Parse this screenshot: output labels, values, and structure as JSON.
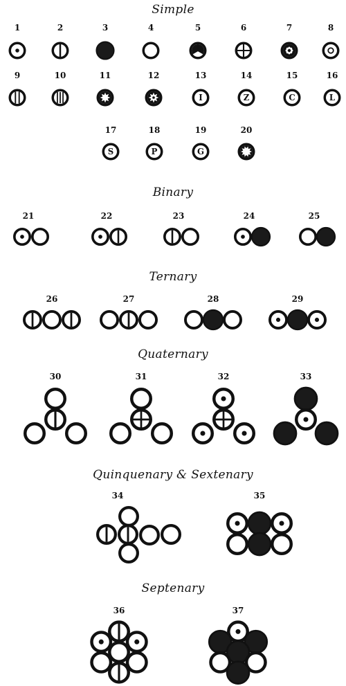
{
  "sections": [
    {
      "id": "simple",
      "title": "Simple",
      "symbols": [
        {
          "number": "1",
          "atoms": [
            {
              "mark": "dot"
            }
          ]
        },
        {
          "number": "2",
          "atoms": [
            {
              "mark": "vline"
            }
          ]
        },
        {
          "number": "3",
          "atoms": [
            {
              "mark": "solid"
            }
          ]
        },
        {
          "number": "4",
          "atoms": [
            {
              "mark": "none"
            }
          ]
        },
        {
          "number": "5",
          "atoms": [
            {
              "mark": "tri"
            }
          ]
        },
        {
          "number": "6",
          "atoms": [
            {
              "mark": "cross"
            }
          ]
        },
        {
          "number": "7",
          "atoms": [
            {
              "mark": "star"
            }
          ]
        },
        {
          "number": "8",
          "atoms": [
            {
              "mark": "ring"
            }
          ]
        },
        {
          "number": "9",
          "atoms": [
            {
              "mark": "lines2"
            }
          ]
        },
        {
          "number": "10",
          "atoms": [
            {
              "mark": "lines3"
            }
          ]
        },
        {
          "number": "11",
          "atoms": [
            {
              "mark": "cog"
            }
          ]
        },
        {
          "number": "12",
          "atoms": [
            {
              "mark": "cog2"
            }
          ]
        },
        {
          "number": "13",
          "atoms": [
            {
              "mark": "letter",
              "letter": "I"
            }
          ]
        },
        {
          "number": "14",
          "atoms": [
            {
              "mark": "letter",
              "letter": "Z"
            }
          ]
        },
        {
          "number": "15",
          "atoms": [
            {
              "mark": "letter",
              "letter": "C"
            }
          ]
        },
        {
          "number": "16",
          "atoms": [
            {
              "mark": "letter",
              "letter": "L"
            }
          ]
        },
        {
          "number": "17",
          "atoms": [
            {
              "mark": "letter",
              "letter": "S"
            }
          ]
        },
        {
          "number": "18",
          "atoms": [
            {
              "mark": "letter",
              "letter": "P"
            }
          ]
        },
        {
          "number": "19",
          "atoms": [
            {
              "mark": "letter",
              "letter": "G"
            }
          ]
        },
        {
          "number": "20",
          "atoms": [
            {
              "mark": "burst"
            }
          ]
        }
      ]
    },
    {
      "id": "binary",
      "title": "Binary",
      "symbols": [
        {
          "number": "21",
          "atoms": [
            {
              "mark": "dot"
            },
            {
              "mark": "none"
            }
          ]
        },
        {
          "number": "22",
          "atoms": [
            {
              "mark": "dot"
            },
            {
              "mark": "vline"
            }
          ]
        },
        {
          "number": "23",
          "atoms": [
            {
              "mark": "vline"
            },
            {
              "mark": "none"
            }
          ]
        },
        {
          "number": "24",
          "atoms": [
            {
              "mark": "dot"
            },
            {
              "mark": "solid"
            }
          ]
        },
        {
          "number": "25",
          "atoms": [
            {
              "mark": "none"
            },
            {
              "mark": "solid"
            }
          ]
        }
      ]
    },
    {
      "id": "ternary",
      "title": "Ternary",
      "symbols": [
        {
          "number": "26",
          "atoms": [
            {
              "mark": "vline"
            },
            {
              "mark": "none"
            },
            {
              "mark": "vline"
            }
          ]
        },
        {
          "number": "27",
          "atoms": [
            {
              "mark": "none"
            },
            {
              "mark": "vline"
            },
            {
              "mark": "none"
            }
          ]
        },
        {
          "number": "28",
          "atoms": [
            {
              "mark": "none"
            },
            {
              "mark": "solid"
            },
            {
              "mark": "none"
            }
          ]
        },
        {
          "number": "29",
          "atoms": [
            {
              "mark": "dot"
            },
            {
              "mark": "solid"
            },
            {
              "mark": "dot"
            }
          ]
        }
      ]
    },
    {
      "id": "quaternary",
      "title": "Quaternary",
      "symbols": [
        {
          "number": "30",
          "atoms": [
            {
              "mark": "none"
            },
            {
              "mark": "vline"
            },
            {
              "mark": "none"
            },
            {
              "mark": "none"
            }
          ]
        },
        {
          "number": "31",
          "atoms": [
            {
              "mark": "none"
            },
            {
              "mark": "cross"
            },
            {
              "mark": "none"
            },
            {
              "mark": "none"
            }
          ]
        },
        {
          "number": "32",
          "atoms": [
            {
              "mark": "dot"
            },
            {
              "mark": "cross"
            },
            {
              "mark": "dot"
            },
            {
              "mark": "dot"
            }
          ]
        },
        {
          "number": "33",
          "atoms": [
            {
              "mark": "solid"
            },
            {
              "mark": "dot"
            },
            {
              "mark": "solid"
            },
            {
              "mark": "solid"
            }
          ]
        }
      ]
    },
    {
      "id": "quinq",
      "title": "Quinquenary & Sextenary",
      "symbols": [
        {
          "number": "34",
          "atoms": [
            {
              "mark": "none"
            },
            {
              "mark": "vline"
            },
            {
              "mark": "vline"
            },
            {
              "mark": "none"
            },
            {
              "mark": "none"
            }
          ]
        },
        {
          "number": "35",
          "atoms": [
            {
              "mark": "dot"
            },
            {
              "mark": "solid"
            },
            {
              "mark": "dot"
            },
            {
              "mark": "none"
            },
            {
              "mark": "solid"
            },
            {
              "mark": "none"
            }
          ]
        }
      ]
    },
    {
      "id": "septenary",
      "title": "Septenary",
      "symbols": [
        {
          "number": "36",
          "atoms": [
            {
              "mark": "vline"
            },
            {
              "mark": "dot"
            },
            {
              "mark": "dot"
            },
            {
              "mark": "none"
            },
            {
              "mark": "none"
            },
            {
              "mark": "none"
            },
            {
              "mark": "vline"
            }
          ]
        },
        {
          "number": "37",
          "atoms": [
            {
              "mark": "dot"
            },
            {
              "mark": "solid"
            },
            {
              "mark": "solid"
            },
            {
              "mark": "solid"
            },
            {
              "mark": "none"
            },
            {
              "mark": "none"
            },
            {
              "mark": "solid"
            }
          ]
        }
      ]
    }
  ],
  "colors": {
    "ink": "#111111",
    "solid_fill": "#1a1a1a",
    "paper": "#ffffff"
  }
}
